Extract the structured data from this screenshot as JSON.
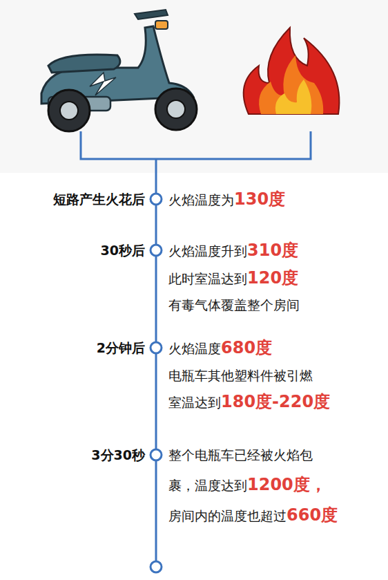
{
  "diagram": {
    "labels": [
      "短路产生火花后",
      "火焰温度为",
      "130度",
      "30秒后",
      "火焰温度升到",
      "310度",
      "此时室温达到",
      "120度",
      "有毒气体覆盖整个房间",
      "2分钟后",
      "火焰温度",
      "680度",
      "电瓶车其他塑料件被引燃",
      "室温达到",
      "180度-220度",
      "3分30秒",
      "整个电瓶车已经被火焰包",
      "裹，温度达到",
      "1200度，",
      "房间内的温度也超过",
      "660度"
    ]
  }
}
